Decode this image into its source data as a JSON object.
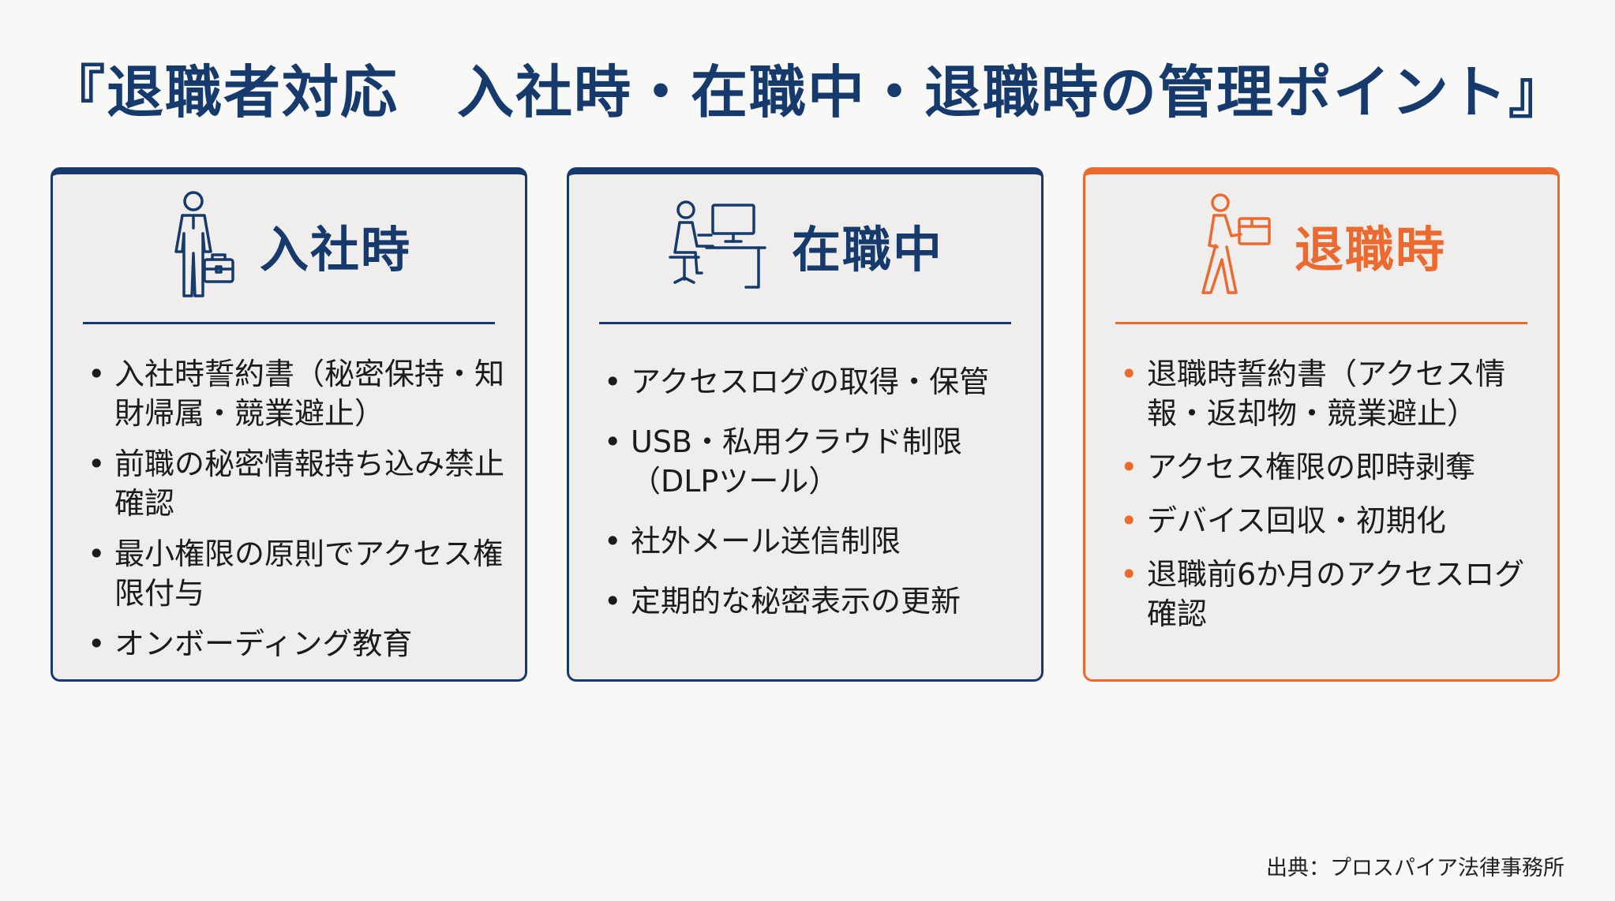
{
  "title": "『退職者対応　入社時・在職中・退職時の管理ポイント』",
  "colors": {
    "navy": "#163a6b",
    "orange": "#ec6a2f",
    "card_bg": "#efeeec"
  },
  "cards": [
    {
      "icon": "person-with-briefcase-icon",
      "heading": "入社時",
      "items": [
        "入社時誓約書（秘密保持・知財帰属・競業避止）",
        "前職の秘密情報持ち込み禁止確認",
        "最小権限の原則でアクセス権限付与",
        "オンボーディング教育"
      ]
    },
    {
      "icon": "person-at-computer-icon",
      "heading": "在職中",
      "items": [
        "アクセスログの取得・保管",
        "USB・私用クラウド制限（DLPツール）",
        "社外メール送信制限",
        "定期的な秘密表示の更新"
      ]
    },
    {
      "icon": "person-carrying-box-icon",
      "heading": "退職時",
      "items": [
        "退職時誓約書（アクセス情報・返却物・競業避止）",
        "アクセス権限の即時剥奪",
        "デバイス回収・初期化",
        "退職前6か月のアクセスログ確認"
      ]
    }
  ],
  "bullet": "•",
  "source": "出典：プロスパイア法律事務所"
}
